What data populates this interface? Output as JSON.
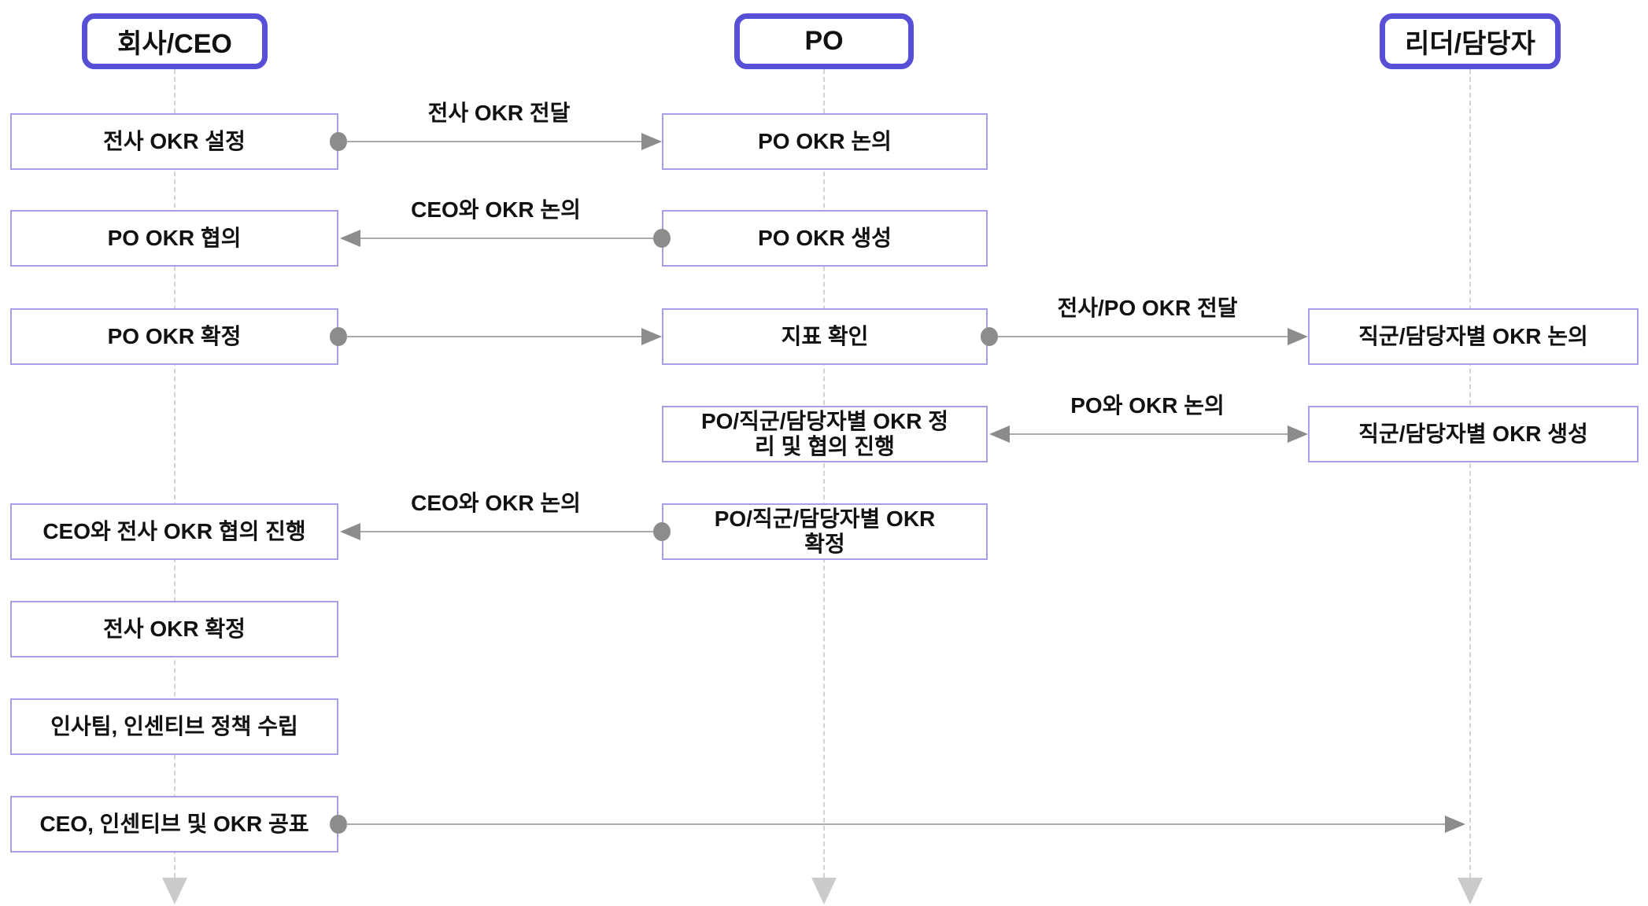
{
  "diagram": {
    "lanes": [
      {
        "title": "회사/CEO"
      },
      {
        "title": "PO"
      },
      {
        "title": "리더/담당자"
      }
    ],
    "nodes": {
      "company_okr_setting": "전사 OKR 설정",
      "po_okr_consult": "PO OKR 협의",
      "po_okr_confirm": "PO OKR 확정",
      "ceo_company_okr_negotiate": "CEO와 전사 OKR 협의 진행",
      "company_okr_confirm": "전사 OKR 확정",
      "hr_incentive_policy": "인사팀, 인센티브 정책 수립",
      "ceo_incentive_okr_announce": "CEO, 인센티브 및 OKR 공표",
      "po_okr_discuss": "PO OKR 논의",
      "po_okr_create": "PO OKR 생성",
      "metric_check": "지표 확인",
      "po_group_okr_align": "PO/직군/담당자별 OKR 정\n리 및 협의 진행",
      "po_group_okr_confirm": "PO/직군/담당자별 OKR\n확정",
      "group_okr_discuss": "직군/담당자별 OKR 논의",
      "group_okr_create": "직군/담당자별 OKR 생성"
    },
    "flow_labels": {
      "company_okr_deliver": "전사 OKR 전달",
      "ceo_okr_discuss_top": "CEO와 OKR 논의",
      "company_po_okr_deliver": "전사/PO OKR 전달",
      "po_okr_discuss": "PO와 OKR 논의",
      "ceo_okr_discuss_bottom": "CEO와 OKR 논의"
    },
    "colors": {
      "header_border": "#574fd6",
      "node_border": "#a5a0e6",
      "connector_line": "#ababab",
      "connector_marker": "#8c8c8c",
      "lane_dash": "#d3d3d3",
      "lane_terminal_arrow": "#cbcbcb",
      "text": "#111111"
    }
  }
}
